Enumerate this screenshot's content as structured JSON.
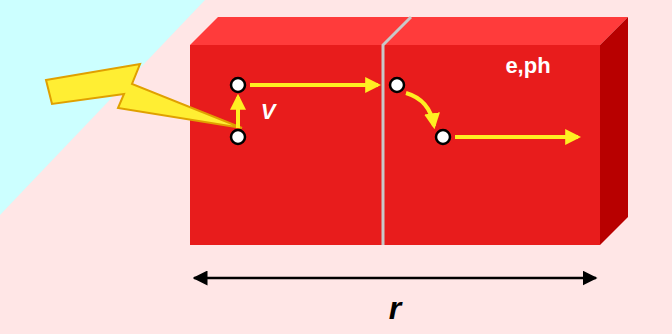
{
  "diagram": {
    "labels": [
      "V",
      "e,ph",
      "r"
    ]
  }
}
